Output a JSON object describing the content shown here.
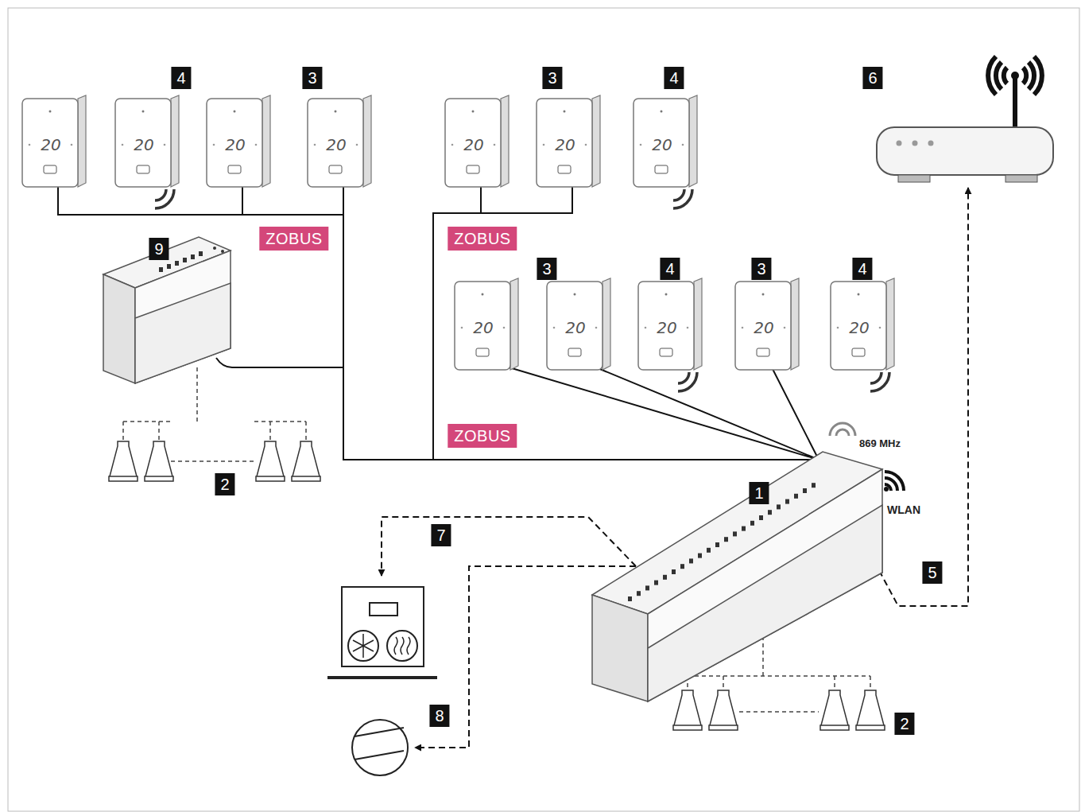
{
  "diagram": {
    "labels": [
      "4",
      "3",
      "3",
      "4",
      "6",
      "9",
      "ZOBUS",
      "ZOBUS",
      "3",
      "4",
      "3",
      "4",
      "869 MHz",
      "ZOBUS",
      "1",
      "2",
      "WLAN",
      "7",
      "5",
      "8",
      "2",
      "20",
      "20",
      "20",
      "20",
      "20",
      "20",
      "20",
      "20",
      "20",
      "20",
      "20",
      "20"
    ]
  }
}
